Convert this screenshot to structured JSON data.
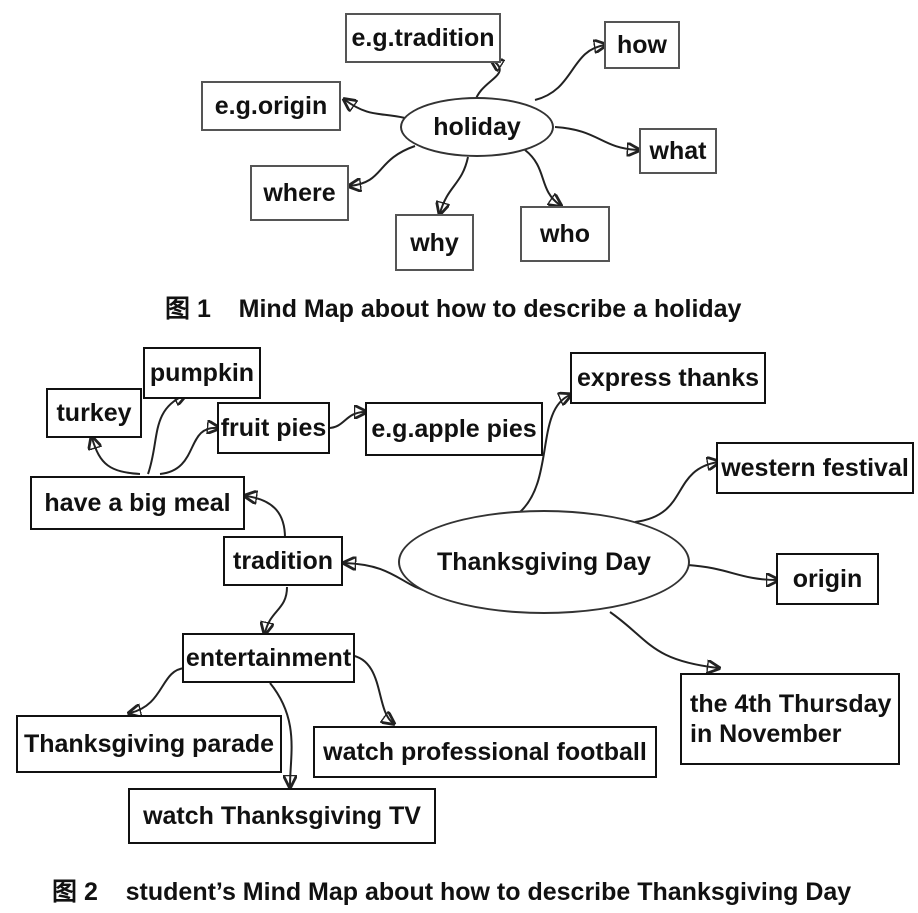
{
  "figure1": {
    "center": "holiday",
    "nodes": [
      "e.g.tradition",
      "how",
      "e.g.origin",
      "what",
      "where",
      "why",
      "who"
    ],
    "caption_num": "图 1",
    "caption_text": "Mind Map about how to describe a holiday"
  },
  "figure2": {
    "center": "Thanksgiving Day",
    "nodes": {
      "turkey": "turkey",
      "pumpkin": "pumpkin",
      "fruit_pies": "fruit pies",
      "apple_pies": "e.g.apple pies",
      "express_thanks": "express thanks",
      "western_festival": "western festival",
      "big_meal": "have a big meal",
      "tradition": "tradition",
      "origin": "origin",
      "entertainment": "entertainment",
      "date_line1": "the 4th Thursday",
      "date_line2": "in November",
      "parade": "Thanksgiving parade",
      "football": "watch professional football",
      "tv": "watch Thanksgiving TV"
    },
    "caption_num": "图 2",
    "caption_text": "student’s Mind Map about how to describe Thanksgiving Day"
  }
}
